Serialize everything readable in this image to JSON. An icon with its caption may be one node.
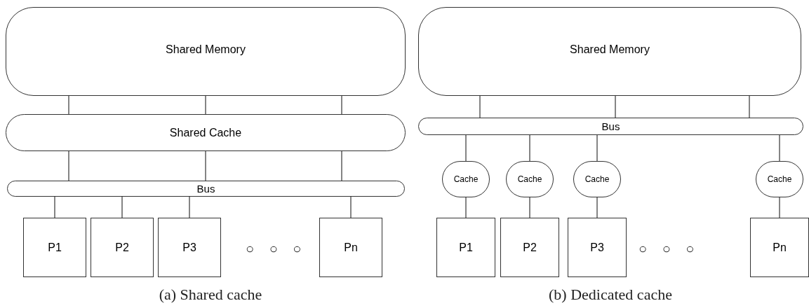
{
  "diagram": {
    "nodes": [
      {
        "text": [
          "Shared Memory"
        ]
      },
      {
        "text": [
          "Shared Cache"
        ]
      },
      {
        "text": [
          "Bus"
        ]
      },
      {
        "text": [
          "P1"
        ]
      },
      {
        "text": [
          "P2"
        ]
      },
      {
        "text": [
          "P3"
        ]
      },
      {
        "text": [
          "Pn"
        ]
      },
      {
        "text": [
          "Shared Memory"
        ]
      },
      {
        "text": [
          "Bus"
        ]
      },
      {
        "text": [
          "Cache"
        ]
      },
      {
        "text": [
          "Cache"
        ]
      },
      {
        "text": [
          "Cache"
        ]
      },
      {
        "text": [
          "Cache"
        ]
      },
      {
        "text": [
          "P1"
        ]
      },
      {
        "text": [
          "P2"
        ]
      },
      {
        "text": [
          "P3"
        ]
      },
      {
        "text": [
          "Pn"
        ]
      }
    ],
    "edges": [
      {
        "from": 0,
        "to": 1,
        "arrow": "none"
      },
      {
        "from": 0,
        "to": 1,
        "arrow": "none"
      },
      {
        "from": 0,
        "to": 1,
        "arrow": "none"
      },
      {
        "from": 1,
        "to": 2,
        "arrow": "none"
      },
      {
        "from": 1,
        "to": 2,
        "arrow": "none"
      },
      {
        "from": 1,
        "to": 2,
        "arrow": "none"
      },
      {
        "from": 2,
        "to": 3,
        "arrow": "none"
      },
      {
        "from": 2,
        "to": 4,
        "arrow": "none"
      },
      {
        "from": 2,
        "to": 5,
        "arrow": "none"
      },
      {
        "from": 2,
        "to": 6,
        "arrow": "none"
      },
      {
        "from": 7,
        "to": 8,
        "arrow": "none"
      },
      {
        "from": 7,
        "to": 8,
        "arrow": "none"
      },
      {
        "from": 7,
        "to": 8,
        "arrow": "none"
      },
      {
        "from": 8,
        "to": 9,
        "arrow": "none"
      },
      {
        "from": 8,
        "to": 10,
        "arrow": "none"
      },
      {
        "from": 8,
        "to": 11,
        "arrow": "none"
      },
      {
        "from": 8,
        "to": 12,
        "arrow": "none"
      },
      {
        "from": 9,
        "to": 13,
        "arrow": "none"
      },
      {
        "from": 10,
        "to": 14,
        "arrow": "none"
      },
      {
        "from": 11,
        "to": 15,
        "arrow": "none"
      },
      {
        "from": 12,
        "to": 16,
        "arrow": "none"
      }
    ],
    "labels": [
      "○ ○ ○",
      "(a) Shared cache",
      "○ ○ ○",
      "(b) Dedicated cache"
    ]
  }
}
